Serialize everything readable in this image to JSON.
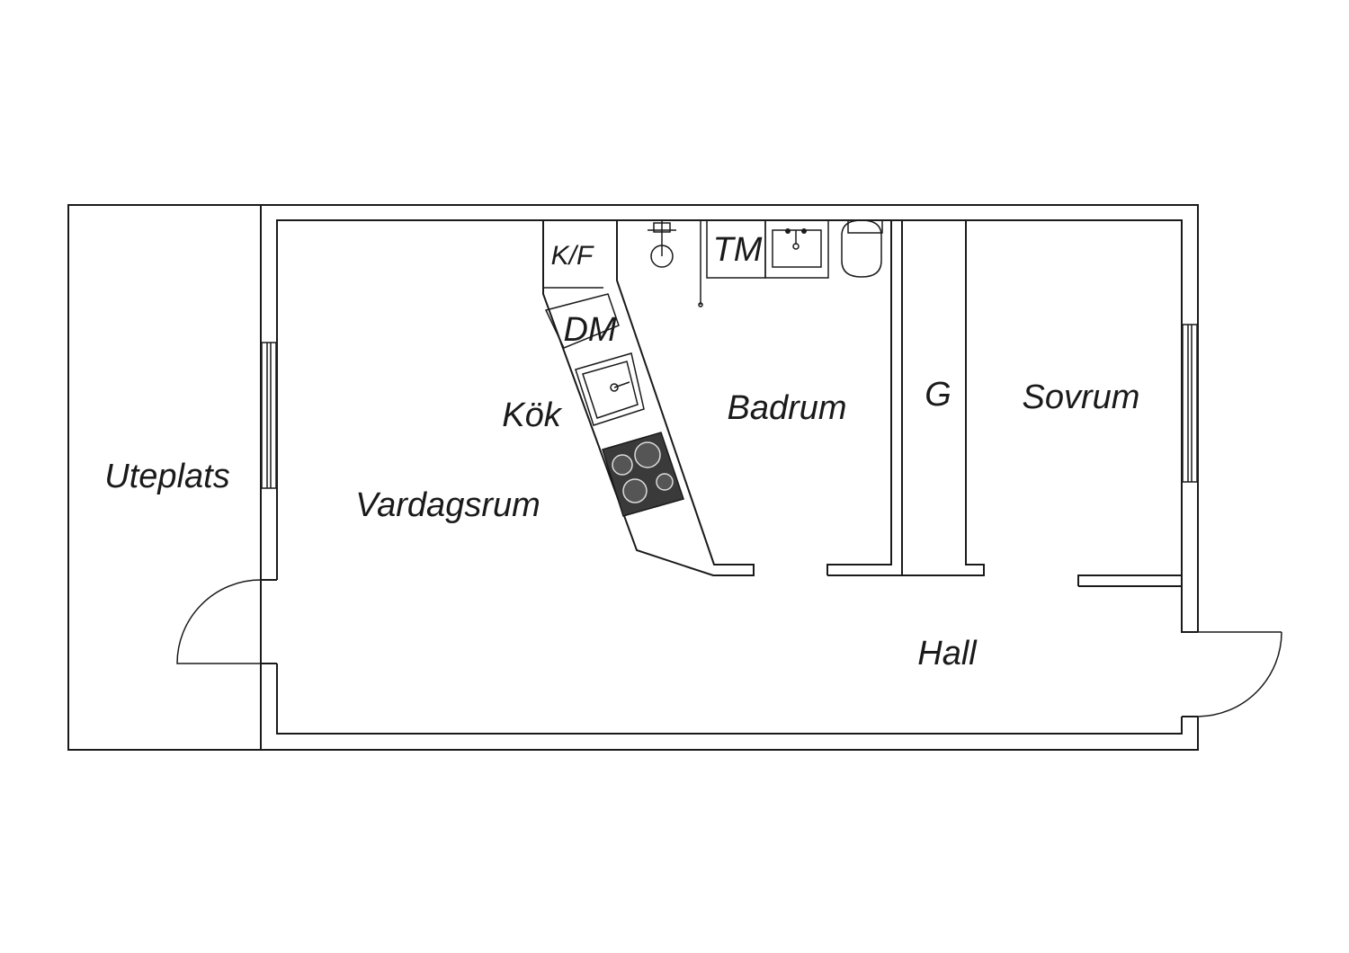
{
  "rooms": {
    "uteplats": "Uteplats",
    "vardagsrum": "Vardagsrum",
    "kok": "Kök",
    "badrum": "Badrum",
    "sovrum": "Sovrum",
    "hall": "Hall",
    "garderob": "G"
  },
  "fixtures": {
    "kyl_frys": "K/F",
    "diskmaskin": "DM",
    "tvattmaskin": "TM"
  },
  "colors": {
    "line": "#1a1a1a",
    "stove": "#3a3a3a",
    "background": "#ffffff"
  }
}
